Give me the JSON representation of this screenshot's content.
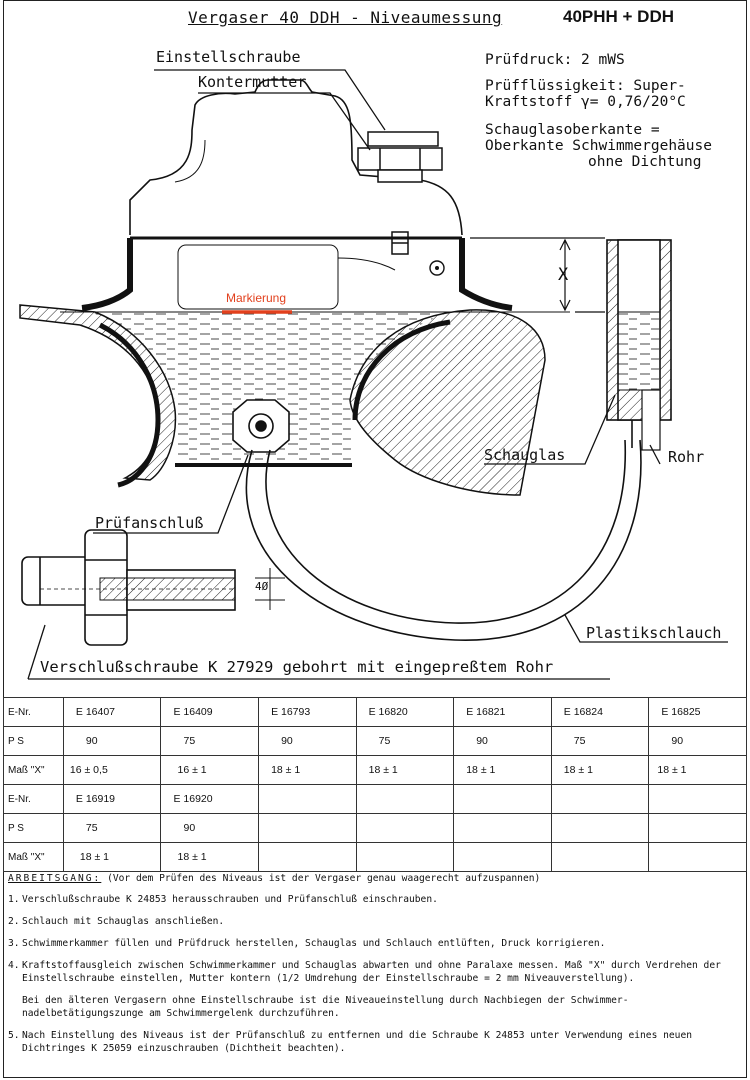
{
  "header": {
    "title": "Vergaser 40 DDH - Niveaumessung",
    "model": "40PHH + DDH"
  },
  "notes": {
    "pruefdruck": "Prüfdruck: 2 mWS",
    "fluessigkeit_1": "Prüfflüssigkeit: Super-",
    "fluessigkeit_2": "Kraftstoff γ= 0,76/20°C",
    "oberkante_1": "Schauglasoberkante =",
    "oberkante_2": "Oberkante Schwimmergehäuse",
    "oberkante_3": "ohne Dichtung"
  },
  "labels": {
    "einstellschraube": "Einstellschraube",
    "kontermutter": "Kontermutter",
    "markierung": "Markierung",
    "x": "X",
    "schauglas": "Schauglas",
    "rohr": "Rohr",
    "pruefanschluss": "Prüfanschluß",
    "plastikschlauch": "Plastikschlauch",
    "diameter": "4Ø",
    "verschluss": "Verschlußschraube K 27929 gebohrt mit eingepreßtem Rohr"
  },
  "table": {
    "rows": [
      {
        "head": "E-Nr.",
        "cells": [
          "E 16407",
          "E 16409",
          "E 16793",
          "E 16820",
          "E 16821",
          "E 16824",
          "E 16825"
        ]
      },
      {
        "head": "P S",
        "cells": [
          "90",
          "75",
          "90",
          "75",
          "90",
          "75",
          "90"
        ]
      },
      {
        "head": "Maß \"X\"",
        "cells": [
          "16 ± 0,5",
          "16 ± 1",
          "18 ± 1",
          "18 ± 1",
          "18 ± 1",
          "18 ± 1",
          "18 ± 1"
        ]
      },
      {
        "head": "E-Nr.",
        "cells": [
          "E 16919",
          "E 16920",
          "",
          "",
          "",
          "",
          ""
        ]
      },
      {
        "head": "P S",
        "cells": [
          "75",
          "90",
          "",
          "",
          "",
          "",
          ""
        ]
      },
      {
        "head": "Maß \"X\"",
        "cells": [
          "18 ± 1",
          "18 ± 1",
          "",
          "",
          "",
          "",
          ""
        ]
      }
    ]
  },
  "steps": {
    "heading": "ARBEITSGANG:",
    "heading_note": "(Vor dem Prüfen des Niveaus ist der Vergaser genau waagerecht aufzuspannen)",
    "items": [
      {
        "num": "1.",
        "text": "Verschlußschraube K 24853 herausschrauben und Prüfanschluß einschrauben."
      },
      {
        "num": "2.",
        "text": "Schlauch mit Schauglas anschließen."
      },
      {
        "num": "3.",
        "text": "Schwimmerkammer füllen und Prüfdruck herstellen, Schauglas und Schlauch entlüften, Druck korrigieren."
      },
      {
        "num": "4.",
        "text": "Kraftstoffausgleich zwischen Schwimmerkammer und Schauglas abwarten und ohne Paralaxe messen. Maß \"X\" durch Verdrehen der Einstellschraube einstellen, Mutter kontern (1/2 Umdrehung der Einstellschraube = 2 mm Niveauverstellung)."
      },
      {
        "num": "5.",
        "text": "Nach Einstellung des Niveaus ist der Prüfanschluß zu entfernen und die Schraube K 24853 unter Verwendung eines neuen Dichtringes K 25059 einzuschrauben (Dichtheit beachten)."
      }
    ],
    "sub_note": "Bei den älteren Vergasern ohne Einstellschraube ist die Niveaueinstellung durch Nachbiegen der Schwimmer-nadelbetätigungszunge am Schwimmergelenk durchzuführen."
  }
}
